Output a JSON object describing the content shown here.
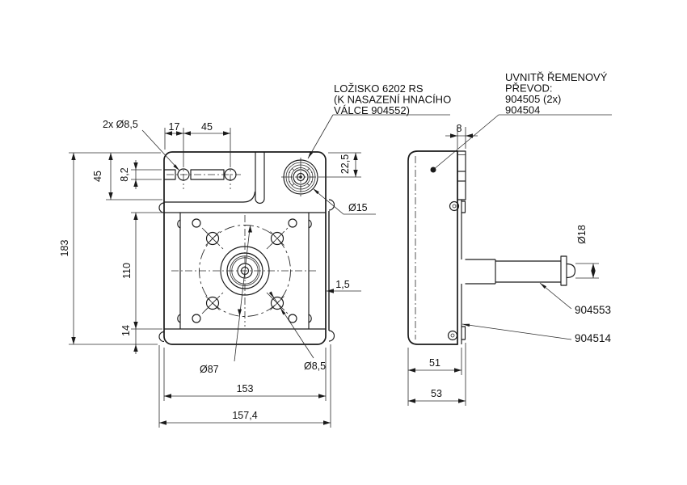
{
  "drawing": {
    "background": "#ffffff",
    "line_color": "#1a1a1a",
    "notes": {
      "bearing": {
        "lines": [
          "LOŽISKO 6202 RS",
          "(K NASAZENÍ HNACÍHO",
          "VÁLCE 904552)"
        ]
      },
      "belt": {
        "lines": [
          "UVNITŘ ŘEMENOVÝ",
          "PŘEVOD:",
          "904505 (2x)",
          "904504"
        ]
      }
    },
    "front_view": {
      "dims": {
        "holes_callout": "2x Ø8,5",
        "top_left_offset": "17",
        "top_hole_spacing": "45",
        "flange_height": "45",
        "slot_height": "8,2",
        "overall_height": "183",
        "plate_height": "110",
        "foot_height": "14",
        "bearing_offset": "22,5",
        "bearing_bore": "Ø15",
        "cover_thickness": "1,5",
        "bolt_circle": "Ø87",
        "mount_hole": "Ø8,5",
        "body_width": "153",
        "overall_width": "157,4"
      }
    },
    "side_view": {
      "dims": {
        "rib_width": "8",
        "shaft_dia": "Ø18",
        "body_depth": "51",
        "overall_depth": "53"
      },
      "parts": {
        "shaft": "904553",
        "cover": "904514"
      }
    }
  }
}
